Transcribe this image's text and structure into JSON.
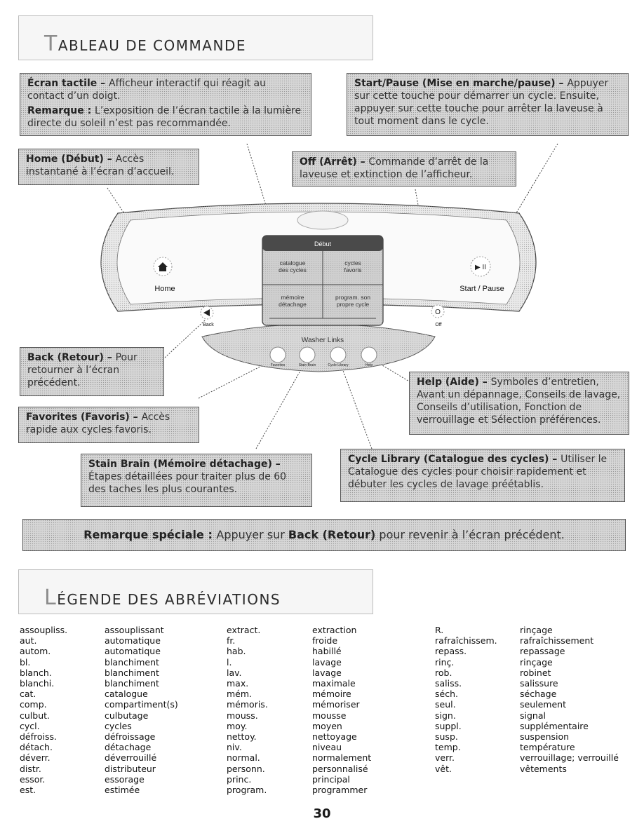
{
  "section1": {
    "title_first": "T",
    "title_rest": "ABLEAU DE COMMANDE"
  },
  "callouts": {
    "touchscreen": {
      "term": "Écran tactile – ",
      "desc": "Afficheur interactif qui réagit au contact d’un doigt.",
      "note_term": "Remarque : ",
      "note_desc": "L’exposition de l’écran tactile à la lumière directe du soleil n’est pas recommandée."
    },
    "start": {
      "term": "Start/Pause (Mise en marche/pause) – ",
      "desc": "Appuyer sur cette touche pour démarrer un cycle. Ensuite, appuyer sur cette touche pour arrêter la laveuse à tout moment dans le cycle."
    },
    "home": {
      "term": "Home (Début) – ",
      "desc": "Accès instantané à l’écran d’accueil."
    },
    "off": {
      "term": "Off (Arrêt) – ",
      "desc": "Commande d’arrêt de la laveuse et extinction de l’afficheur."
    },
    "back": {
      "term": "Back (Retour) – ",
      "desc": "Pour retourner à l’écran précédent."
    },
    "favorites": {
      "term": "Favorites (Favoris) – ",
      "desc": "Accès rapide aux cycles favoris."
    },
    "help": {
      "term": "Help (Aide) – ",
      "desc": "Symboles d’entretien, Avant un dépannage, Conseils de lavage, Conseils d’utilisation, Fonction de verrouillage et Sélection préférences."
    },
    "stain": {
      "term": "Stain Brain (Mémoire détachage) – ",
      "desc": "Étapes détaillées pour traiter plus de 60 des taches les plus courantes."
    },
    "library": {
      "term": "Cycle Library (Catalogue des cycles) – ",
      "desc": "Utiliser le Catalogue des cycles pour choisir rapidement et débuter les cycles de lavage préétablis."
    }
  },
  "panel": {
    "screen_title": "Début",
    "cells": [
      "catalogue des cycles",
      "cycles favoris",
      "mémoire détachage",
      "program. son propre cycle"
    ],
    "home_label": "Home",
    "back_label": "Back",
    "start_label": "Start / Pause",
    "off_label": "Off",
    "off_symbol": "O",
    "play_symbol": "▶ II",
    "links_title": "Washer Links",
    "link_buttons": [
      "Favorites",
      "Stain Brain",
      "Cycle Library",
      "Help"
    ]
  },
  "special_note": {
    "term": "Remarque spéciale : ",
    "pre": "Appuyer sur ",
    "back": "Back (Retour)",
    "post": " pour revenir à l’écran précédent."
  },
  "section2": {
    "title_first": "L",
    "title_rest": "ÉGENDE DES ABRÉVIATIONS"
  },
  "abbreviations": [
    [
      [
        "assoupliss.",
        "assouplissant"
      ],
      [
        "aut.",
        "automatique"
      ],
      [
        "autom.",
        "automatique"
      ],
      [
        "bl.",
        "blanchiment"
      ],
      [
        "blanch.",
        "blanchiment"
      ],
      [
        "blanchi.",
        "blanchiment"
      ],
      [
        "cat.",
        "catalogue"
      ],
      [
        "comp.",
        "compartiment(s)"
      ],
      [
        "culbut.",
        "culbutage"
      ],
      [
        "cycl.",
        "cycles"
      ],
      [
        "défroiss.",
        "défroissage"
      ],
      [
        "détach.",
        "détachage"
      ],
      [
        "déverr.",
        "déverrouillé"
      ],
      [
        "distr.",
        "distributeur"
      ],
      [
        "essor.",
        "essorage"
      ],
      [
        "est.",
        "estimée"
      ]
    ],
    [
      [
        "extract.",
        "extraction"
      ],
      [
        "fr.",
        "froide"
      ],
      [
        "hab.",
        "habillé"
      ],
      [
        "l.",
        "lavage"
      ],
      [
        "lav.",
        "lavage"
      ],
      [
        "max.",
        "maximale"
      ],
      [
        "mém.",
        "mémoire"
      ],
      [
        "mémoris.",
        "mémoriser"
      ],
      [
        "mouss.",
        "mousse"
      ],
      [
        "moy.",
        "moyen"
      ],
      [
        "nettoy.",
        "nettoyage"
      ],
      [
        "niv.",
        "niveau"
      ],
      [
        "normal.",
        "normalement"
      ],
      [
        "personn.",
        "personnalisé"
      ],
      [
        "princ.",
        "principal"
      ],
      [
        "program.",
        "programmer"
      ]
    ],
    [
      [
        "R.",
        "rinçage"
      ],
      [
        "rafraîchissem.",
        "rafraîchissement"
      ],
      [
        "repass.",
        "repassage"
      ],
      [
        "rinç.",
        "rinçage"
      ],
      [
        "rob.",
        "robinet"
      ],
      [
        "saliss.",
        "salissure"
      ],
      [
        "séch.",
        "séchage"
      ],
      [
        "seul.",
        "seulement"
      ],
      [
        "sign.",
        "signal"
      ],
      [
        "suppl.",
        "supplémentaire"
      ],
      [
        "susp.",
        "suspension"
      ],
      [
        "temp.",
        "température"
      ],
      [
        "verr.",
        "verrouillage; verrouillé"
      ],
      [
        "vêt.",
        "vêtements"
      ]
    ]
  ],
  "page_number": "30"
}
